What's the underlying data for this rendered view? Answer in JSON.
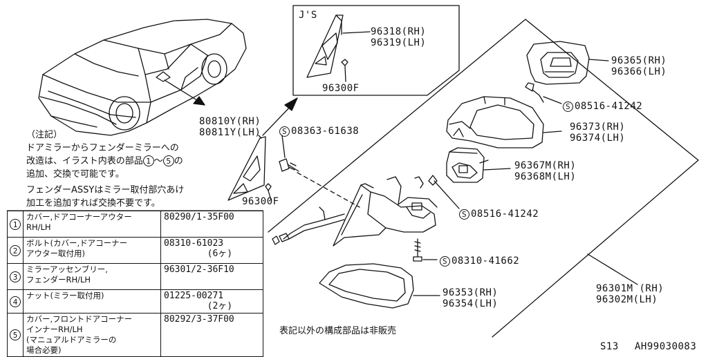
{
  "labels": {
    "p96318": "96318(RH)",
    "p96319": "96319(LH)",
    "p96300f_top": "96300F",
    "js": "J'S",
    "p96365": "96365(RH)",
    "p96366": "96366(LH)",
    "p08516_a": "08516-41242",
    "p96373": "96373(RH)",
    "p96374": "96374(LH)",
    "p96367": "96367M(RH)",
    "p96368": "96368M(LH)",
    "p80810": "80810Y(RH)",
    "p80811": "80811Y(LH)",
    "p08363": "08363-61638",
    "p96300f_low": "96300F",
    "p08516_b": "08516-41242",
    "p08310": "08310-41662",
    "p96353": "96353(RH)",
    "p96354": "96354(LH)",
    "p96301": "96301M (RH)",
    "p96302": "96302M(LH)",
    "s_mark": "S",
    "not_sold": "表記以外の構成部品は非販売",
    "page_id": "S13",
    "doc_id": "AH99030083"
  },
  "note": {
    "head": "（注記）",
    "line1": "ドアミラーからフェンダーミラーへの",
    "line2a": "改造は、イラスト内表の部品",
    "c1": "1",
    "tilde": "～",
    "c5": "5",
    "line2b": "の",
    "line3": "追加、交換で可能です。",
    "line4": "フェンダーASSYはミラー取付部穴あけ",
    "line5": "加工を追加すれば交換不要です。"
  },
  "table": [
    {
      "idx": "1",
      "desc": "カバー,ドアコーナーアウター\nRH/LH",
      "num": "80290/1-35F00"
    },
    {
      "idx": "2",
      "desc": "ボルト(カバー,ドアコーナー\nアウター取付用)",
      "num": "08310-61023\n        (6ヶ)"
    },
    {
      "idx": "3",
      "desc": "ミラーアッセンブリー,\nフェンダーRH/LH",
      "num": "96301/2-36F10"
    },
    {
      "idx": "4",
      "desc": "ナット(ミラー取付用)",
      "num": "01225-00271\n        (2ヶ)"
    },
    {
      "idx": "5",
      "desc": "カバー,フロントドアコーナー\nインナーRH/LH\n(マニュアルドアミラーの\n場合必要)",
      "num": "80292/3-37F00"
    }
  ]
}
